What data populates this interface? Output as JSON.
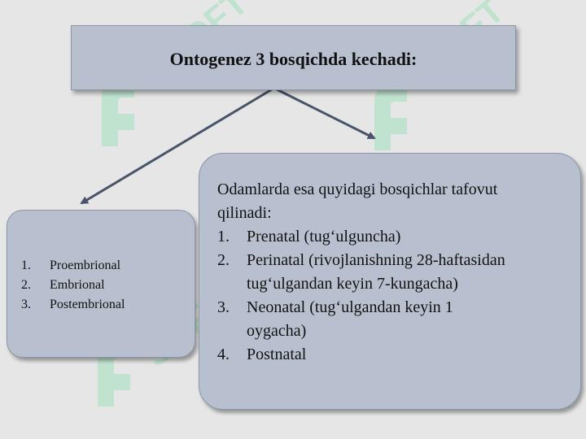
{
  "watermark": {
    "text": "SOFT",
    "color": "#3ddc84"
  },
  "title": "Ontogenez 3 bosqichda kechadi:",
  "left_list": [
    {
      "num": "1.",
      "label": "Proembrional"
    },
    {
      "num": "2.",
      "label": "Embrional"
    },
    {
      "num": "3.",
      "label": "Postembrional"
    }
  ],
  "right": {
    "intro_line1": "Odamlarda esa quyidagi bosqichlar tafovut",
    "intro_line2": "qilinadi:",
    "items": [
      {
        "num": "1.",
        "lines": [
          "Prenatal (tug‘ulguncha)"
        ]
      },
      {
        "num": "2.",
        "lines": [
          "Perinatal (rivojlanishning 28-haftasidan",
          "tug‘ulgandan keyin 7-kungacha)"
        ]
      },
      {
        "num": "3.",
        "lines": [
          "Neonatal (tug‘ulgandan keyin 1",
          "oygacha)"
        ]
      },
      {
        "num": "4.",
        "lines": [
          "Postnatal"
        ]
      }
    ]
  },
  "colors": {
    "box_fill": "#b8c0cf",
    "box_border": "#8d96a6",
    "arrow": "#4a5468",
    "background": "#e6e6e6"
  }
}
